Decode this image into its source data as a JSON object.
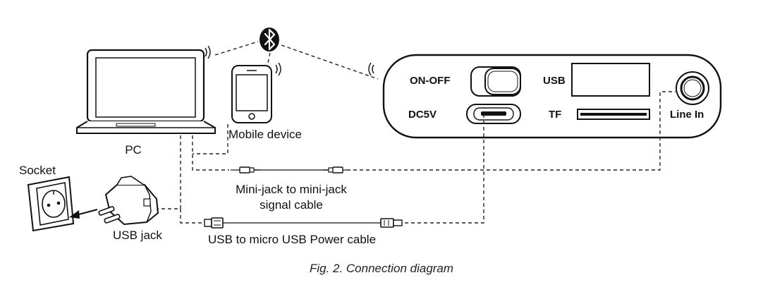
{
  "labels": {
    "pc": "PC",
    "mobile_device": "Mobile device",
    "socket": "Socket",
    "usb_jack": "USB jack",
    "minijack_cable_line1": "Mini-jack to mini-jack",
    "minijack_cable_line2": "signal cable",
    "usb_power_cable": "USB to micro USB Power cable"
  },
  "device_panel": {
    "on_off": "ON-OFF",
    "usb": "USB",
    "dc5v": "DC5V",
    "tf": "TF",
    "line_in": "Line In"
  },
  "caption": "Fig. 2. Connection diagram",
  "icons": {
    "bluetooth": "bluetooth-icon",
    "wireless": "wireless-signal-icon"
  }
}
